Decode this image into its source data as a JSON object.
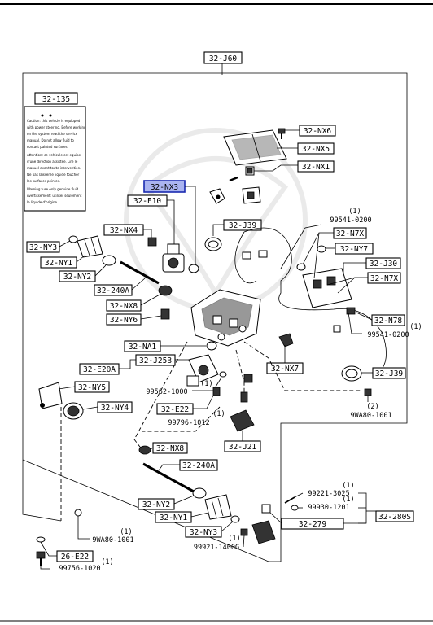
{
  "top_label": "32-J60",
  "highlighted_label": "32-NX3",
  "note_label": "32-135",
  "caution_lines": [
    "Caution: this vehicle is equipped",
    "with power steering. Before working",
    "on the system read the service",
    "manual. Do not allow fluid to",
    "contact painted surfaces.",
    "Attention: ce vehicule est equipe",
    "d'une direction assistee. Lire le",
    "manuel avant toute intervention.",
    "Ne pas laisser le liquide toucher",
    "les surfaces peintes.",
    "Warning: use only genuine fluid.",
    "Avertissement: utiliser seulement",
    "le liquide d'origine."
  ],
  "labels": {
    "nx6": "32-NX6",
    "nx5": "32-NX5",
    "nx1_top": "32-NX1",
    "e10": "32-E10",
    "j39_a": "32-J39",
    "nx4": "32-NX4",
    "ny3_a": "32-NY3",
    "ny1_a": "32-NY1",
    "ny2_a": "32-NY2",
    "a240_a": "32-240A",
    "nx8_a": "32-NX8",
    "ny6": "32-NY6",
    "n7x_a": "32-N7X",
    "ny7": "32-NY7",
    "j30": "32-J30",
    "n7x_b": "32-N7X",
    "n78": "32-N78",
    "na1": "32-NA1",
    "j25b": "32-J25B",
    "e20a": "32-E20A",
    "nx7": "32-NX7",
    "j39_b": "32-J39",
    "ny5": "32-NY5",
    "ny4": "32-NY4",
    "e22": "32-E22",
    "j21": "32-J21",
    "nx8_b": "32-NX8",
    "a240_b": "32-240A",
    "ny2_b": "32-NY2",
    "ny1_b": "32-NY1",
    "ny3_b": "32-NY3",
    "p279": "32-279",
    "p280s": "32-280S",
    "e22_26": "26-E22"
  },
  "part_numbers": {
    "p99541_a": "99541-0200",
    "q1_a": "(1)",
    "p99541_b": "99541-0200",
    "q1_b": "(1)",
    "p99562": "99562-1000",
    "q1_c": "(1)",
    "p99796": "99796-1012",
    "q1_d": "(1)",
    "p9wa80_a": "9WA80-1001",
    "q2": "(2)",
    "p99221": "99221-3025",
    "q1_e": "(1)",
    "p99930": "99930-1201",
    "q1_f": "(1)",
    "p99921": "99921-1400G",
    "q1_g": "(1)",
    "p9wa80_b": "9WA80-1001",
    "q1_h": "(1)",
    "p99756": "99756-1020",
    "q1_i": "(1)"
  }
}
